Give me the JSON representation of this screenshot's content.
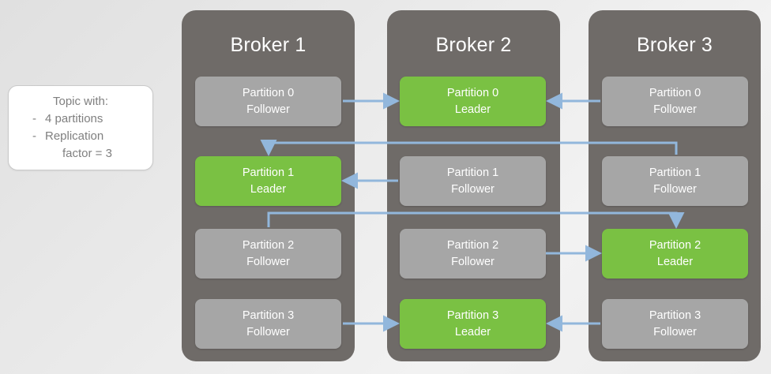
{
  "diagram": {
    "title": "Kafka topic partition leader and follower replication across brokers",
    "colors": {
      "leader": "#7ac143",
      "follower": "#a6a6a6",
      "broker": "#6f6b68",
      "arrow": "#92b7dc",
      "background": "#e9e9e9",
      "legend_text": "#7f7f7f"
    }
  },
  "legend": {
    "title": "Topic with:",
    "bullet": "-",
    "items": [
      {
        "text": "4 partitions"
      },
      {
        "text": "Replication",
        "text2": "factor = 3"
      }
    ]
  },
  "brokers": [
    {
      "id": "broker-1",
      "name": "Broker 1",
      "partitions": [
        {
          "name": "Partition 0",
          "role": "Follower",
          "state": "follower"
        },
        {
          "name": "Partition 1",
          "role": "Leader",
          "state": "leader"
        },
        {
          "name": "Partition 2",
          "role": "Follower",
          "state": "follower"
        },
        {
          "name": "Partition 3",
          "role": "Follower",
          "state": "follower"
        }
      ]
    },
    {
      "id": "broker-2",
      "name": "Broker 2",
      "partitions": [
        {
          "name": "Partition 0",
          "role": "Leader",
          "state": "leader"
        },
        {
          "name": "Partition 1",
          "role": "Follower",
          "state": "follower"
        },
        {
          "name": "Partition 2",
          "role": "Follower",
          "state": "follower"
        },
        {
          "name": "Partition 3",
          "role": "Leader",
          "state": "leader"
        }
      ]
    },
    {
      "id": "broker-3",
      "name": "Broker 3",
      "partitions": [
        {
          "name": "Partition 0",
          "role": "Follower",
          "state": "follower"
        },
        {
          "name": "Partition 1",
          "role": "Follower",
          "state": "follower"
        },
        {
          "name": "Partition 2",
          "role": "Leader",
          "state": "leader"
        },
        {
          "name": "Partition 3",
          "role": "Follower",
          "state": "follower"
        }
      ]
    }
  ],
  "replication_flows": [
    {
      "from": "broker-1.partition-0",
      "to": "broker-2.partition-0",
      "shape": "straight",
      "direction": "right"
    },
    {
      "from": "broker-3.partition-0",
      "to": "broker-2.partition-0",
      "shape": "straight",
      "direction": "left"
    },
    {
      "from": "broker-2.partition-1",
      "to": "broker-1.partition-1",
      "shape": "straight",
      "direction": "left"
    },
    {
      "from": "broker-3.partition-1",
      "to": "broker-1.partition-1",
      "shape": "elbow",
      "direction": "left-down"
    },
    {
      "from": "broker-2.partition-2",
      "to": "broker-3.partition-2",
      "shape": "straight",
      "direction": "right"
    },
    {
      "from": "broker-1.partition-2",
      "to": "broker-3.partition-2",
      "shape": "elbow",
      "direction": "right-down"
    },
    {
      "from": "broker-1.partition-3",
      "to": "broker-2.partition-3",
      "shape": "straight",
      "direction": "right"
    },
    {
      "from": "broker-3.partition-3",
      "to": "broker-2.partition-3",
      "shape": "straight",
      "direction": "left"
    }
  ]
}
